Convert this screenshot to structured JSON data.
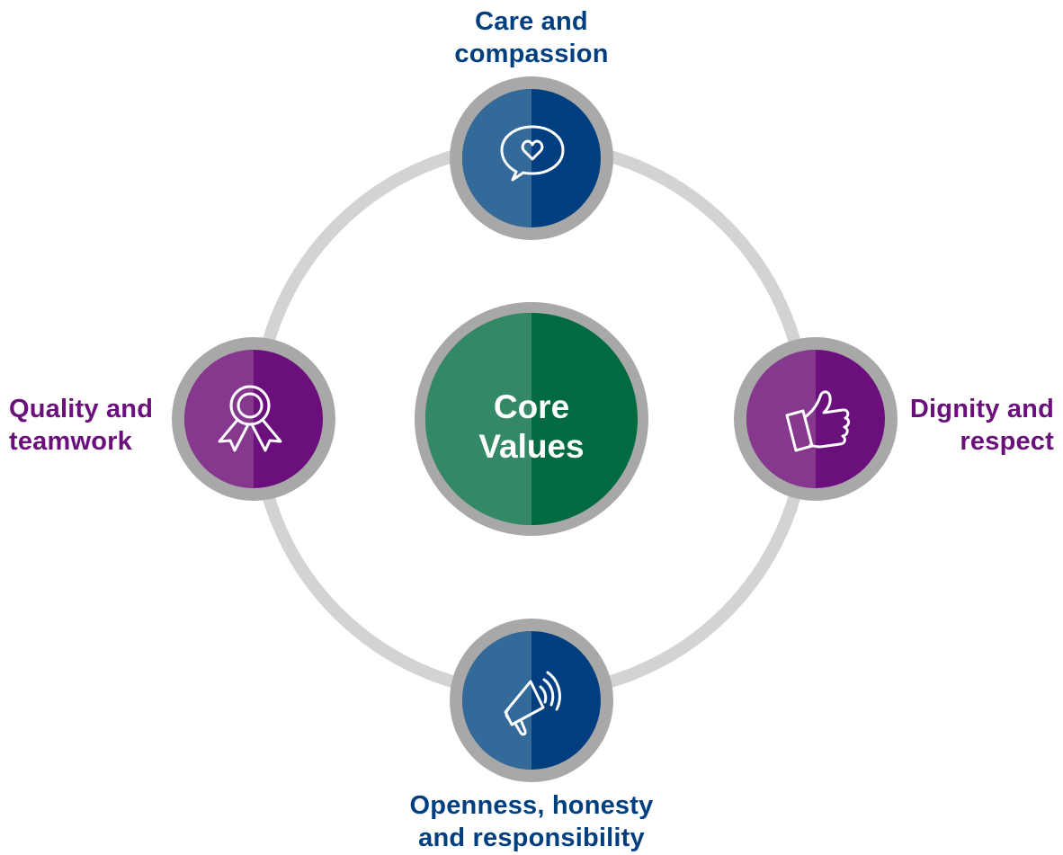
{
  "colors": {
    "ring": "#d3d3d3",
    "bezel": "#a8a8a8",
    "blue": "#003f7f",
    "blue_light": "#336a9a",
    "purple": "#6b0f7c",
    "purple_light": "#86388f",
    "green": "#006a40",
    "green_light": "#338866"
  },
  "center": {
    "line1": "Core",
    "line2": "Values"
  },
  "nodes": {
    "top": {
      "line1": "Care and",
      "line2": "compassion",
      "icon": "heart-speech-bubble-icon",
      "color": "blue"
    },
    "right": {
      "line1": "Dignity and",
      "line2": "respect",
      "icon": "thumbs-up-icon",
      "color": "purple"
    },
    "bottom": {
      "line1": "Openness, honesty",
      "line2": "and responsibility",
      "icon": "megaphone-icon",
      "color": "blue"
    },
    "left": {
      "line1": "Quality and",
      "line2": "teamwork",
      "icon": "award-ribbon-icon",
      "color": "purple"
    }
  }
}
